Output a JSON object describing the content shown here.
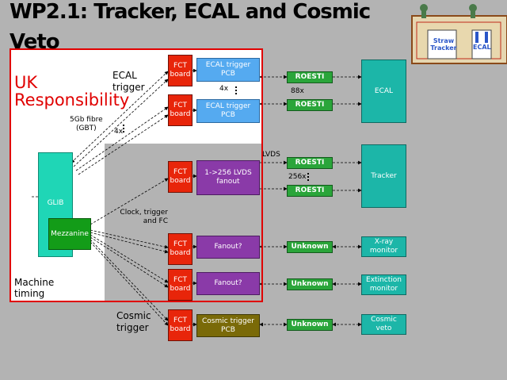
{
  "title": "WP2.1: Tracker, ECAL and Cosmic\nVeto",
  "labels": {
    "uk_responsibility": "UK\nResponsibility",
    "ecal_trigger": "ECAL\ntrigger",
    "fibre": "5Gb fibre\n(GBT)",
    "mult_4x_top": "4x",
    "mult_4x_left": "4x",
    "mult_88x": "88x",
    "lvds": "LVDS",
    "mult_256x": "256x",
    "clock_trigger": "Clock, trigger\nand FC",
    "machine_timing": "Machine\ntiming",
    "cosmic_trigger": "Cosmic\ntrigger"
  },
  "boxes": {
    "glib": "GLIB",
    "mezzanine": "Mezzanine",
    "fct1": "FCT\nboard",
    "fct2": "FCT\nboard",
    "fct3": "FCT\nboard",
    "fct4": "FCT\nboard",
    "fct5": "FCT\nboard",
    "fct6": "FCT\nboard",
    "ecal_pcb1": "ECAL trigger\nPCB",
    "ecal_pcb2": "ECAL trigger\nPCB",
    "lvds_fanout": "1->256 LVDS\nfanout",
    "fanout1": "Fanout?",
    "fanout2": "Fanout?",
    "cosmic_pcb": "Cosmic trigger\nPCB",
    "roesti1": "ROESTI",
    "roesti2": "ROESTI",
    "roesti3": "ROESTI",
    "roesti4": "ROESTI",
    "unknown1": "Unknown",
    "unknown2": "Unknown",
    "unknown3": "Unknown",
    "ecal": "ECAL",
    "tracker": "Tracker",
    "xray": "X-ray\nmonitor",
    "extinction": "Extinction\nmonitor",
    "cosmic_veto": "Cosmic\nveto"
  },
  "inset": {
    "straw_tracker": "Straw\nTracker",
    "ecal": "ECAL"
  },
  "colors": {
    "background": "#b3b3b3",
    "fct": "#e8250a",
    "ecal_pcb": "#55aaf0",
    "fanout": "#8a3aa8",
    "cosmic_pcb": "#7a6a08",
    "roesti": "#2aa53a",
    "detector": "#1cb6a8",
    "glib": "#1fd6b6",
    "mezzanine": "#139c18",
    "uk_frame": "#e00000"
  }
}
